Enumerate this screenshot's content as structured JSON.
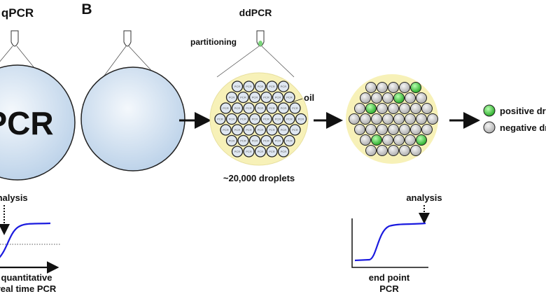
{
  "panel_a": {
    "title": "qPCR",
    "big_label": "PCR",
    "analysis": "analysis",
    "caption_line1": "quantitative",
    "caption_line2": "real time PCR"
  },
  "panel_b": {
    "label": "B",
    "title": "ddPCR",
    "partitioning": "partitioning",
    "oil": "oil",
    "droplets": "~20,000 droplets",
    "droplet_label": "PCR",
    "analysis": "analysis",
    "caption_line1": "end point",
    "caption_line2": "PCR"
  },
  "legend": {
    "positive": "positive droplets",
    "negative": "negative droplets"
  },
  "colors": {
    "curve": "#1a1adf",
    "oil": "#f7f1b8",
    "droplet": "#dfe7f1",
    "positive": "#33cc33",
    "negative": "#d6d6d6",
    "sample": "#dde8f4"
  }
}
